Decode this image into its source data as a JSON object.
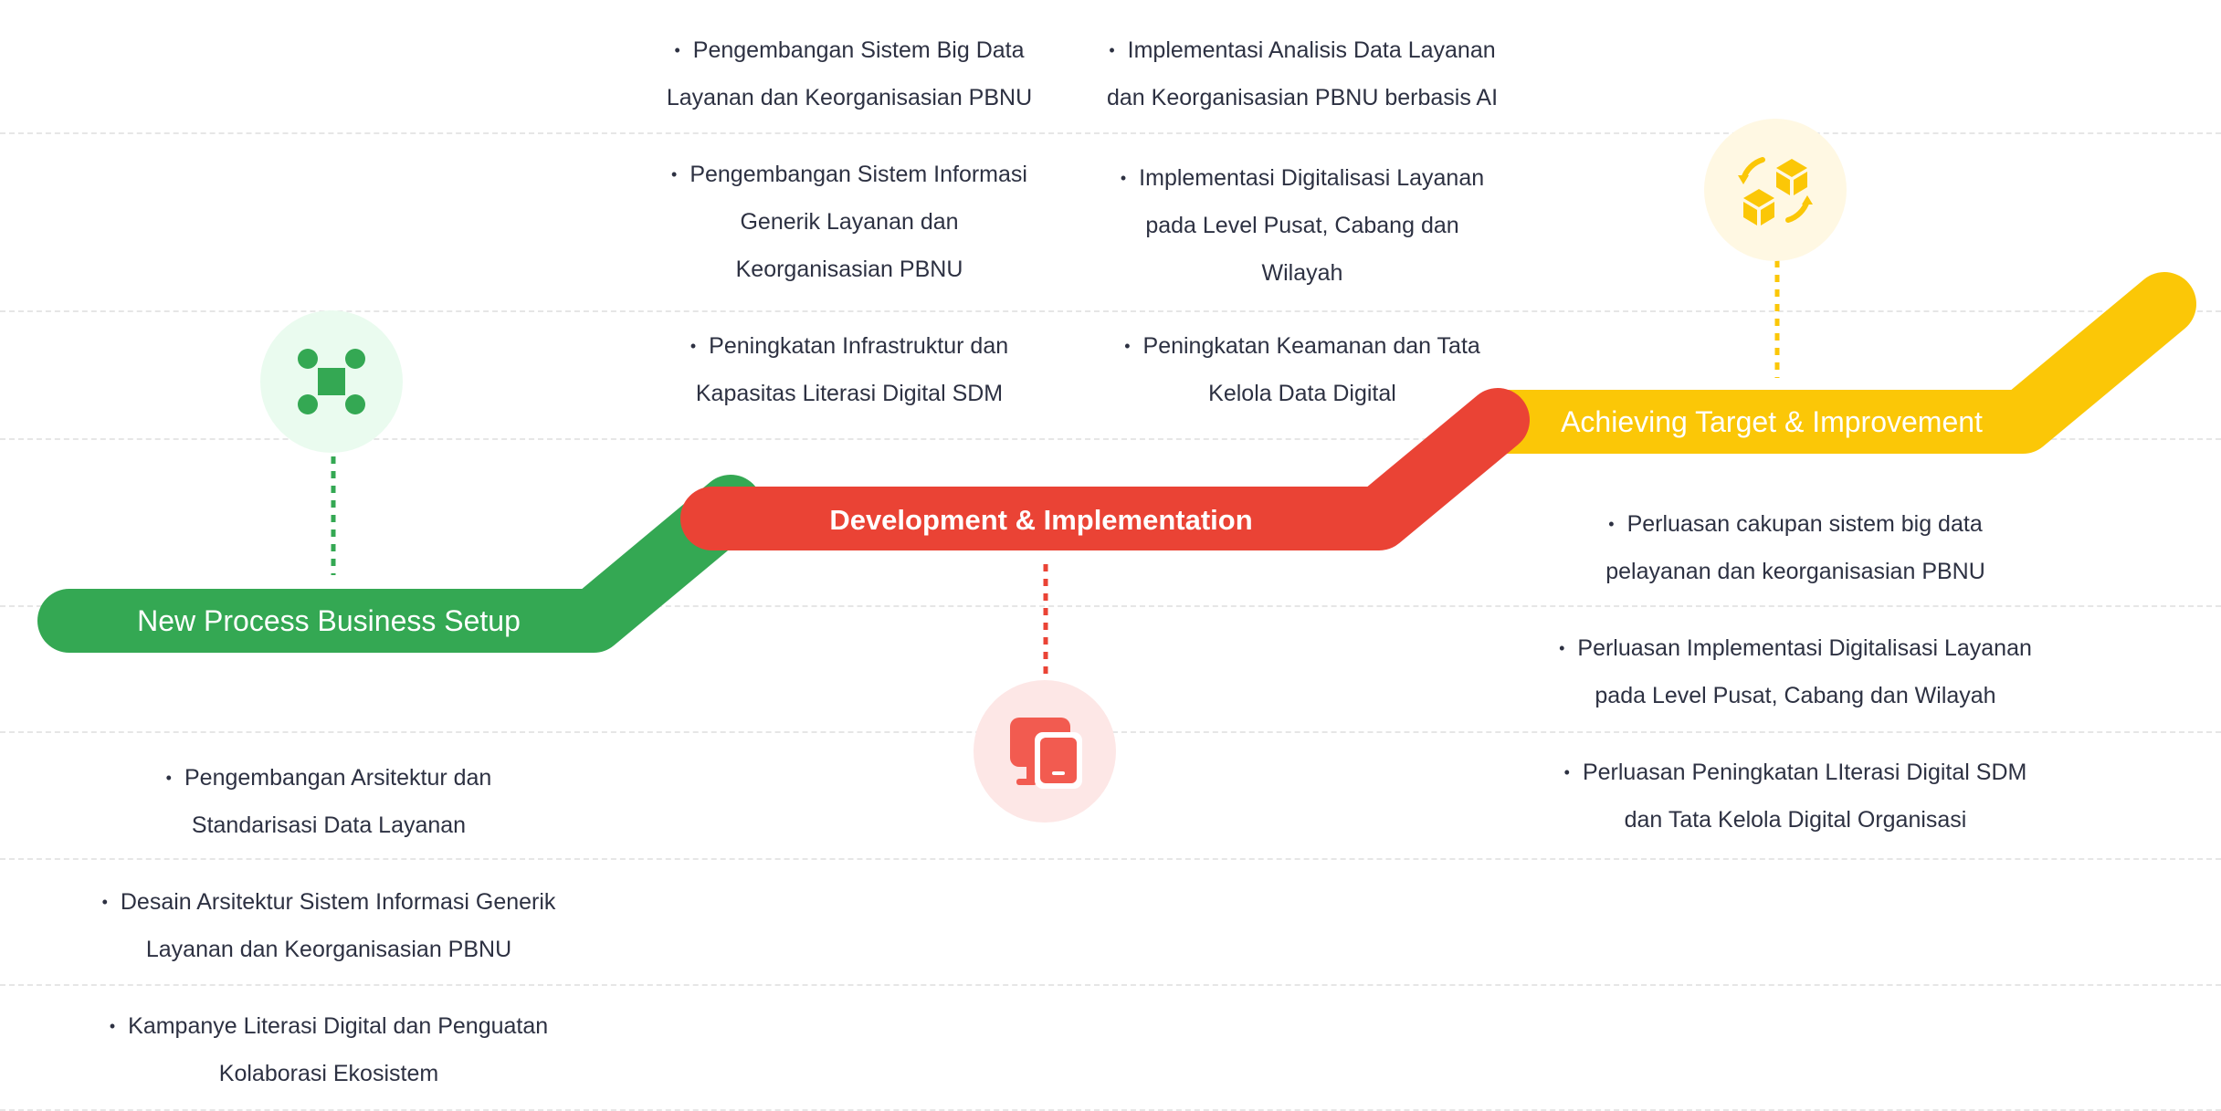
{
  "colors": {
    "green": "#34a853",
    "red": "#ea4335",
    "yellow": "#fbc707",
    "green_circle": "#eafbef",
    "red_circle": "#fde7e6",
    "yellow_circle": "#fff8e3",
    "text": "#2d3142",
    "divider": "#e6e6e6"
  },
  "phases": [
    {
      "id": "setup",
      "label": "New Process Business Setup",
      "color": "green",
      "icon": "command-icon",
      "items": [
        [
          "Pengembangan Arsitektur dan",
          "Standarisasi Data Layanan"
        ],
        [
          "Desain Arsitektur Sistem Informasi  Generik",
          "Layanan dan Keorganisasian PBNU"
        ],
        [
          "Kampanye Literasi Digital dan Penguatan",
          "Kolaborasi Ekosistem"
        ]
      ]
    },
    {
      "id": "development",
      "label": "Development &  Implementation",
      "color": "red",
      "icon": "devices-icon",
      "column_a": [
        [
          "Pengembangan Sistem Big Data",
          "Layanan dan Keorganisasian PBNU"
        ],
        [
          "Pengembangan Sistem Informasi",
          "Generik Layanan dan",
          "Keorganisasian PBNU"
        ],
        [
          "Peningkatan Infrastruktur dan",
          "Kapasitas Literasi Digital SDM"
        ]
      ],
      "column_b": [
        [
          "Implementasi Analisis Data Layanan",
          "dan Keorganisasian PBNU berbasis AI"
        ],
        [
          "Implementasi Digitalisasi Layanan",
          "pada Level Pusat, Cabang dan",
          "Wilayah"
        ],
        [
          "Peningkatan Keamanan dan Tata",
          "Kelola Data Digital"
        ]
      ]
    },
    {
      "id": "target",
      "label": "Achieving Target & Improvement",
      "color": "yellow",
      "icon": "cubes-cycle-icon",
      "items": [
        [
          "Perluasan cakupan sistem big data",
          "pelayanan dan keorganisasian PBNU"
        ],
        [
          "Perluasan Implementasi Digitalisasi Layanan",
          "pada Level Pusat, Cabang dan Wilayah"
        ],
        [
          "Perluasan Peningkatan LIterasi Digital SDM",
          "dan Tata Kelola Digital Organisasi"
        ]
      ]
    }
  ],
  "bullet_symbol": "•"
}
